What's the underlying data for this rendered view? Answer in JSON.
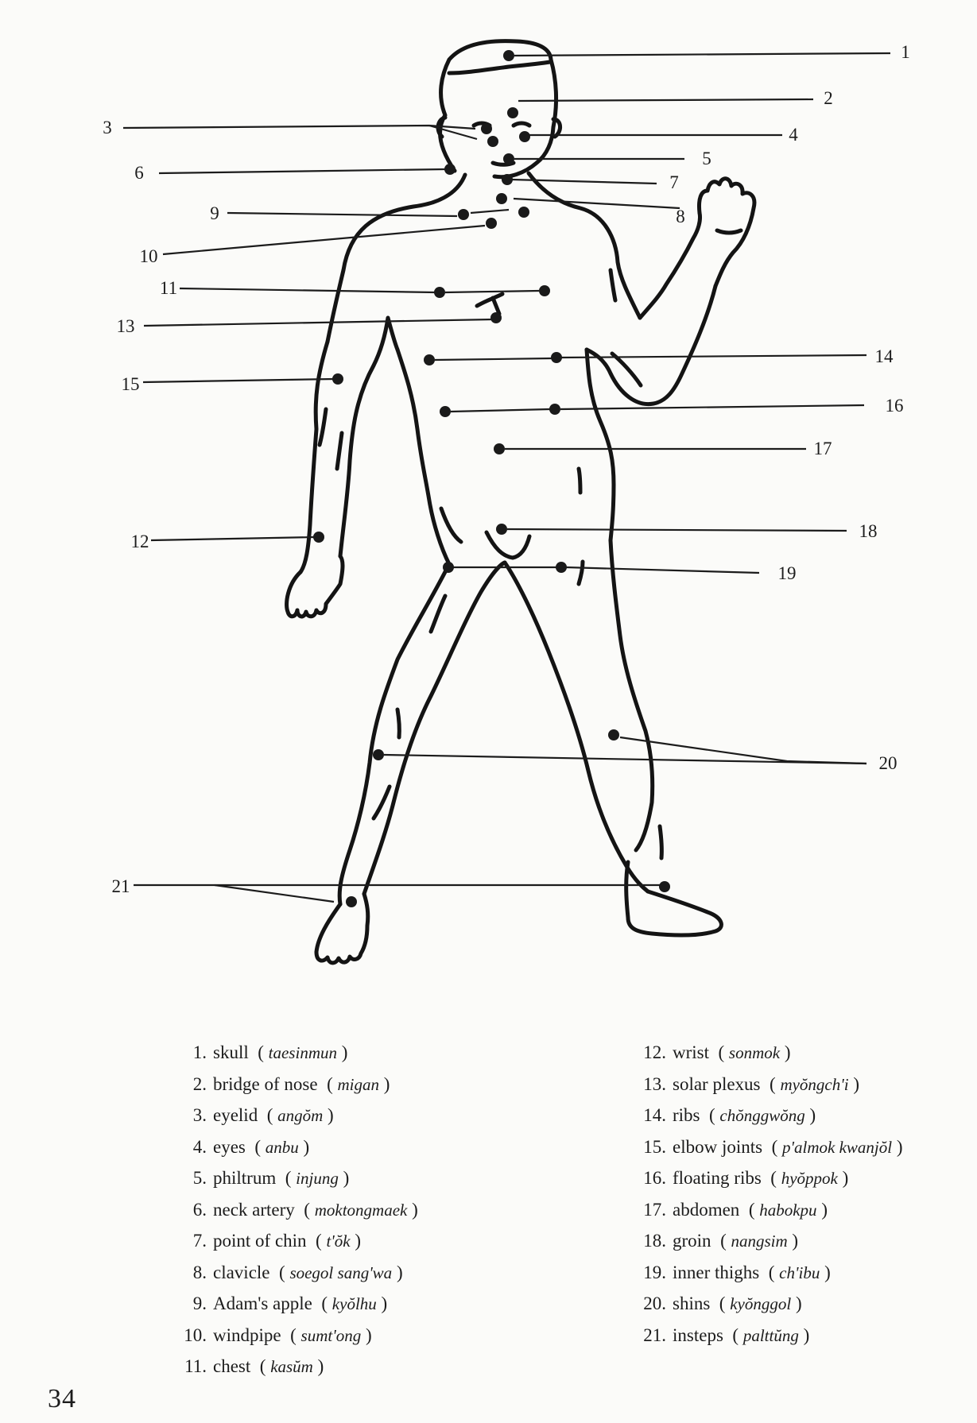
{
  "callout_numbers": [
    "1",
    "2",
    "3",
    "4",
    "5",
    "6",
    "7",
    "8",
    "9",
    "10",
    "11",
    "12",
    "13",
    "14",
    "15",
    "16",
    "17",
    "18",
    "19",
    "20",
    "21"
  ],
  "legend_left": [
    {
      "num": "1.",
      "name": "skull",
      "korean": "taesinmun"
    },
    {
      "num": "2.",
      "name": "bridge of nose",
      "korean": "migan"
    },
    {
      "num": "3.",
      "name": "eyelid",
      "korean": "angŏm"
    },
    {
      "num": "4.",
      "name": "eyes",
      "korean": "anbu"
    },
    {
      "num": "5.",
      "name": "philtrum",
      "korean": "injung"
    },
    {
      "num": "6.",
      "name": "neck artery",
      "korean": "moktongmaek"
    },
    {
      "num": "7.",
      "name": "point of chin",
      "korean": "t'ŏk"
    },
    {
      "num": "8.",
      "name": "clavicle",
      "korean": "soegol sang'wa"
    },
    {
      "num": "9.",
      "name": "Adam's apple",
      "korean": "kyŏlhu"
    },
    {
      "num": "10.",
      "name": "windpipe",
      "korean": "sumt'ong"
    },
    {
      "num": "11.",
      "name": "chest",
      "korean": "kasŭm"
    }
  ],
  "legend_right": [
    {
      "num": "12.",
      "name": "wrist",
      "korean": "sonmok"
    },
    {
      "num": "13.",
      "name": "solar plexus",
      "korean": "myŏngch'i"
    },
    {
      "num": "14.",
      "name": "ribs",
      "korean": "chŏnggwŏng"
    },
    {
      "num": "15.",
      "name": "elbow joints",
      "korean": "p'almok kwanjŏl"
    },
    {
      "num": "16.",
      "name": "floating ribs",
      "korean": "hyŏppok"
    },
    {
      "num": "17.",
      "name": "abdomen",
      "korean": "habokpu"
    },
    {
      "num": "18.",
      "name": "groin",
      "korean": "nangsim"
    },
    {
      "num": "19.",
      "name": "inner thighs",
      "korean": "ch'ibu"
    },
    {
      "num": "20.",
      "name": "shins",
      "korean": "kyŏnggol"
    },
    {
      "num": "21.",
      "name": "insteps",
      "korean": "palttŭng"
    }
  ],
  "page_number": "34"
}
